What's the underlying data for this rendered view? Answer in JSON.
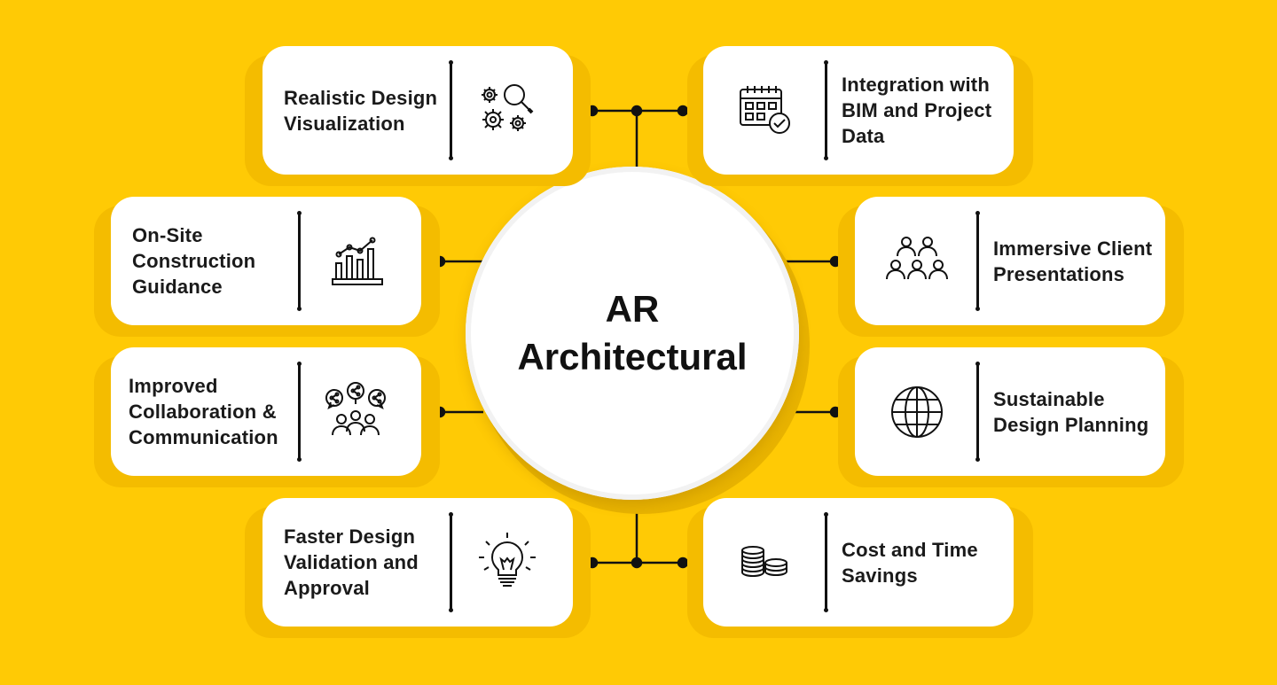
{
  "center": {
    "title_line1": "AR",
    "title_line2": "Architectural"
  },
  "cards": [
    {
      "id": "realistic",
      "label": "Realistic Design Visualization",
      "icon": "gears-magnifier-icon"
    },
    {
      "id": "integration",
      "label": "Integration with BIM and Project Data",
      "icon": "calendar-check-icon"
    },
    {
      "id": "onsite",
      "label": "On-Site Construction Guidance",
      "icon": "bar-chart-icon"
    },
    {
      "id": "immersive",
      "label": "Immersive Client Presentations",
      "icon": "audience-icon"
    },
    {
      "id": "collab",
      "label": "Improved Collaboration & Communication",
      "icon": "share-people-icon"
    },
    {
      "id": "sustainable",
      "label": "Sustainable Design Planning",
      "icon": "globe-icon"
    },
    {
      "id": "faster",
      "label": "Faster Design Validation and Approval",
      "icon": "lightbulb-icon"
    },
    {
      "id": "cost",
      "label": "Cost and Time Savings",
      "icon": "coins-icon"
    }
  ],
  "colors": {
    "background": "#FFCA05",
    "card": "#FFFFFF",
    "ink": "#111111"
  }
}
